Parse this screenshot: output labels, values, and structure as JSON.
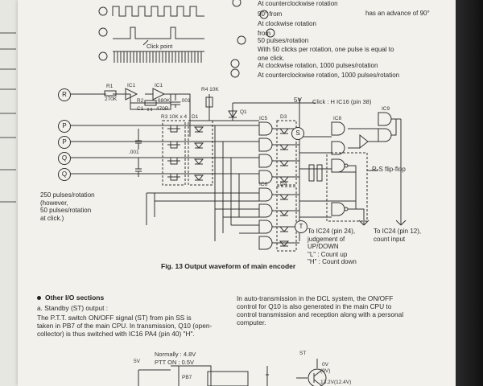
{
  "waveform_desc": {
    "lines": [
      "At counterclockwise rotation",
      "90° from",
      "At clockwise rotation",
      "has an advance of 90°",
      "from",
      "50 pulses/rotation",
      "With 50 clicks per rotation, one pulse is equal to",
      "one click.",
      "At clockwise rotation, 1000 pulses/rotation",
      "At counterclockwise rotation, 1000 pulses/rotation"
    ],
    "click_point": "Click point"
  },
  "terminals": [
    "R",
    "P",
    "P",
    "Q",
    "Q",
    "S",
    "T"
  ],
  "component_labels": {
    "r1": "R1",
    "r1v": "270K",
    "ic1a": "IC1",
    "ic1b": "IC1",
    "r2": "R2",
    "r2v": "680K",
    "c1": "C1",
    "c1v": "470P",
    "c2": ".001",
    "r4": "R4 10K",
    "q1": "Q1",
    "supply": "5V",
    "click": "Click : H  IC16 (pin 38)",
    "r3": "R3 10K x 4",
    "d1": "D1",
    "d3": "D3",
    "d4": "D4",
    "ic5": "IC5",
    "ic6": "IC6",
    "ic8": "IC8",
    "ic9": "IC9",
    "rs": "R-S flip-flop",
    "c_val": ".001"
  },
  "annotation_250": [
    "250 pulses/rotation",
    "(however,",
    "50 pulses/rotation",
    "at click.)"
  ],
  "to_ic24_24": [
    "To IC24 (pin 24),",
    "judgement of",
    "UP/DOWN",
    "\"L\" : Count up",
    "\"H\" : Count down"
  ],
  "to_ic24_12": [
    "To IC24 (pin 12),",
    "count input"
  ],
  "figure_caption": "Fig. 13  Output waveform of main encoder",
  "section": {
    "heading": "Other I/O sections",
    "sub": "a. Standby (ST) output :",
    "left_text": [
      "The P.T.T. switch ON/OFF signal (ST) from pin SS is",
      "taken in PB7 of the main CPU. In transmission, Q10 (open-",
      "collector) is thus switched with IC16 PA4 (pin 40) \"H\"."
    ],
    "right_text": [
      "In auto-transmission in the DCL system, the ON/OFF",
      "control for Q10 is also generated in the main CPU to",
      "control transmission and reception along with a personal",
      "computer."
    ]
  },
  "bottom_circuit": {
    "normally": "Normally : 4.8V",
    "ptt": "PTT ON  : 0.5V",
    "supply": "5V",
    "pb7": "PB7",
    "st": "ST",
    "v1": "0V",
    "v2": "(9V)",
    "v3": "13.2V(12.4V)"
  }
}
